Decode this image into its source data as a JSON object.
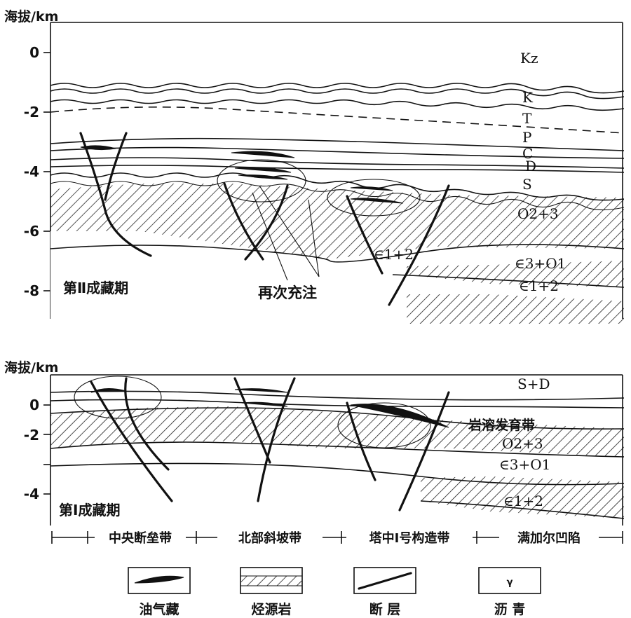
{
  "upper_panel": {
    "axis_title": "海拔/km",
    "ticks": [
      "0",
      "-2",
      "-4",
      "-6",
      "-8"
    ],
    "period_label": "第Ⅱ成藏期",
    "annotation": "再次充注",
    "strata": [
      "Kz",
      "K",
      "T",
      "P",
      "C",
      "D",
      "S",
      "O2+3",
      "∈1+2",
      "∈3+O1",
      "∈1+2"
    ]
  },
  "lower_panel": {
    "axis_title": "海拔/km",
    "ticks": [
      "0",
      "-2",
      "-4"
    ],
    "period_label": "第Ⅰ成藏期",
    "annotation": "岩溶发育带",
    "strata": [
      "S+D",
      "O2+3",
      "∈3+O1",
      "∈1+2"
    ]
  },
  "zones": [
    "中央断垒带",
    "北部斜坡带",
    "塔中Ⅰ号构造带",
    "满加尔凹陷"
  ],
  "legend": [
    "油气藏",
    "烃源岩",
    "断 层",
    "沥 青"
  ],
  "legend_icons": [
    "oil-reservoir-icon",
    "source-rock-icon",
    "fault-icon",
    "bitumen-icon"
  ]
}
